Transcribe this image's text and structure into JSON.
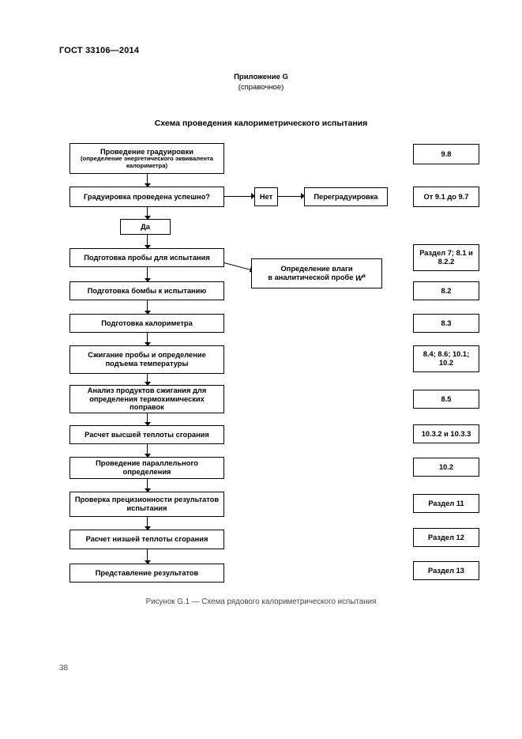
{
  "page": {
    "doc_number": "ГОСТ 33106—2014",
    "page_number": "38"
  },
  "appendix": {
    "title": "Приложение G",
    "subtitle": "(справочное)"
  },
  "flowchart": {
    "title": "Схема проведения калориметрического испытания",
    "caption": "Рисунок G.1 — Схема рядового калориметрического испытания",
    "steps": [
      {
        "label": "Проведение градуировки",
        "sublabel": "(определение энергетического эквивалента калориметра)",
        "ref": "9.8"
      },
      {
        "label": "Градуировка проведена успешно?",
        "ref": "От 9.1 до 9.7"
      },
      {
        "label": "Подготовка пробы для испытания",
        "ref": "Раздел 7; 8.1 и 8.2.2"
      },
      {
        "label": "Подготовка бомбы к испытанию",
        "ref": "8.2"
      },
      {
        "label": "Подготовка калориметра",
        "ref": "8.3"
      },
      {
        "label": "Сжигание пробы и определение подъема температуры",
        "ref": "8.4; 8.6; 10.1; 10.2"
      },
      {
        "label": "Анализ продуктов сжигания для определения термохимических поправок",
        "ref": "8.5"
      },
      {
        "label": "Расчет высшей теплоты сгорания",
        "ref": "10.3.2 и 10.3.3"
      },
      {
        "label": "Проведение параллельного определения",
        "ref": "10.2"
      },
      {
        "label": "Проверка прецизионности результатов испытания",
        "ref": "Раздел 11"
      },
      {
        "label": "Расчет низшей теплоты сгорания",
        "ref": "Раздел 12"
      },
      {
        "label": "Представление результатов",
        "ref": "Раздел 13"
      }
    ],
    "decision": {
      "no_label": "Нет",
      "no_action": "Переградуировка",
      "yes_label": "Да"
    },
    "moisture_note": {
      "line1": "Определение влаги",
      "line2": "в аналитической пробе",
      "symbol": "W",
      "superscript": "а"
    }
  }
}
